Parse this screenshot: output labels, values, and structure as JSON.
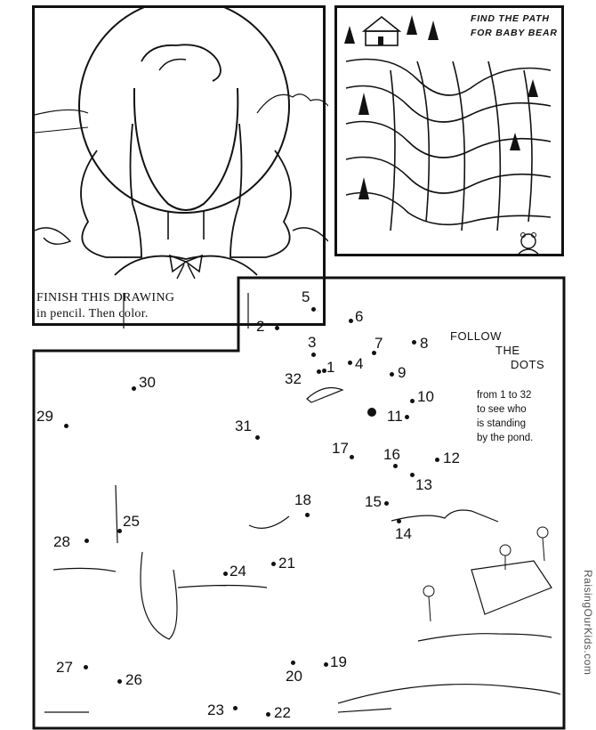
{
  "drawing_panel": {
    "caption_line1": "FINISH THIS DRAWING",
    "caption_line2": "in pencil. Then color."
  },
  "maze_panel": {
    "title_line1": "FIND THE PATH",
    "title_line2": "FOR BABY BEAR"
  },
  "dots_panel": {
    "follow": [
      "FOLLOW",
      "THE",
      "DOTS"
    ],
    "instructions": [
      "from 1 to 32",
      "to see who",
      "is standing",
      "by the pond."
    ],
    "numbers": [
      "1",
      "2",
      "3",
      "4",
      "5",
      "6",
      "7",
      "8",
      "9",
      "10",
      "11",
      "12",
      "13",
      "14",
      "15",
      "16",
      "17",
      "18",
      "19",
      "20",
      "21",
      "22",
      "23",
      "24",
      "25",
      "26",
      "27",
      "28",
      "29",
      "30",
      "31",
      "32"
    ]
  },
  "watermark": "RaisingOurKids.com"
}
